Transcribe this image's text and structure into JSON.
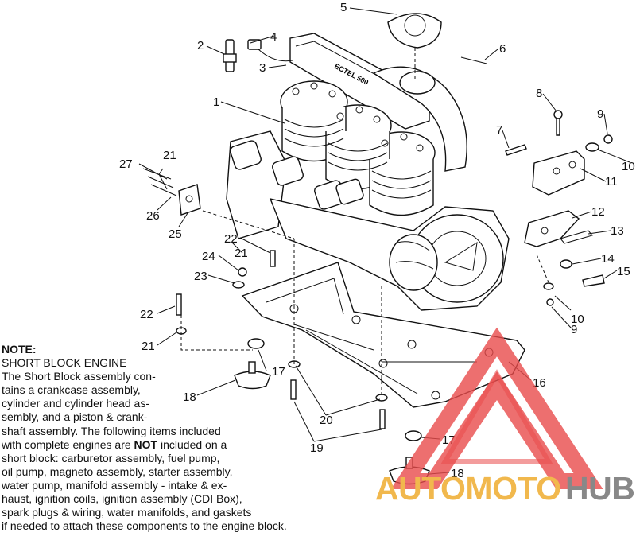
{
  "callouts": {
    "c1": "1",
    "c2": "2",
    "c3": "3",
    "c4": "4",
    "c5": "5",
    "c6": "6",
    "c7": "7",
    "c8": "8",
    "c9a": "9",
    "c9b": "9",
    "c10a": "10",
    "c10b": "10",
    "c11": "11",
    "c12": "12",
    "c13": "13",
    "c14": "14",
    "c15": "15",
    "c16": "16",
    "c17a": "17",
    "c17b": "17",
    "c18a": "18",
    "c18b": "18",
    "c19": "19",
    "c20": "20",
    "c21a": "21",
    "c21b": "21",
    "c21c": "21",
    "c22a": "22",
    "c22b": "22",
    "c23": "23",
    "c24": "24",
    "c25": "25",
    "c26": "26",
    "c27": "27"
  },
  "engine_cover_text": "ECTEL 500",
  "note": {
    "title": "NOTE:",
    "lines": [
      "SHORT BLOCK ENGINE",
      "The Short Block assembly con-",
      "tains a crankcase assembly,",
      "cylinder and cylinder head as-",
      "sembly, and a piston & crank-",
      "shaft assembly.  The following items included",
      "with complete engines are ",
      "short block:  carburetor assembly, fuel pump,",
      "oil pump, magneto assembly, starter assembly,",
      "water pump, manifold assembly - intake & ex-",
      "haust, ignition coils, ignition assembly (CDI Box),",
      "spark plugs & wiring, water manifolds, and gaskets",
      "if needed to attach these components to the engine block."
    ],
    "emphasis": "NOT",
    "line7_suffix": " included on a"
  },
  "watermark": {
    "word_a": "AUTOMOTO",
    "word_b": "HUB",
    "color_triangle": "#e94b4b",
    "color_a": "#f1b84d",
    "color_b": "#888888"
  }
}
